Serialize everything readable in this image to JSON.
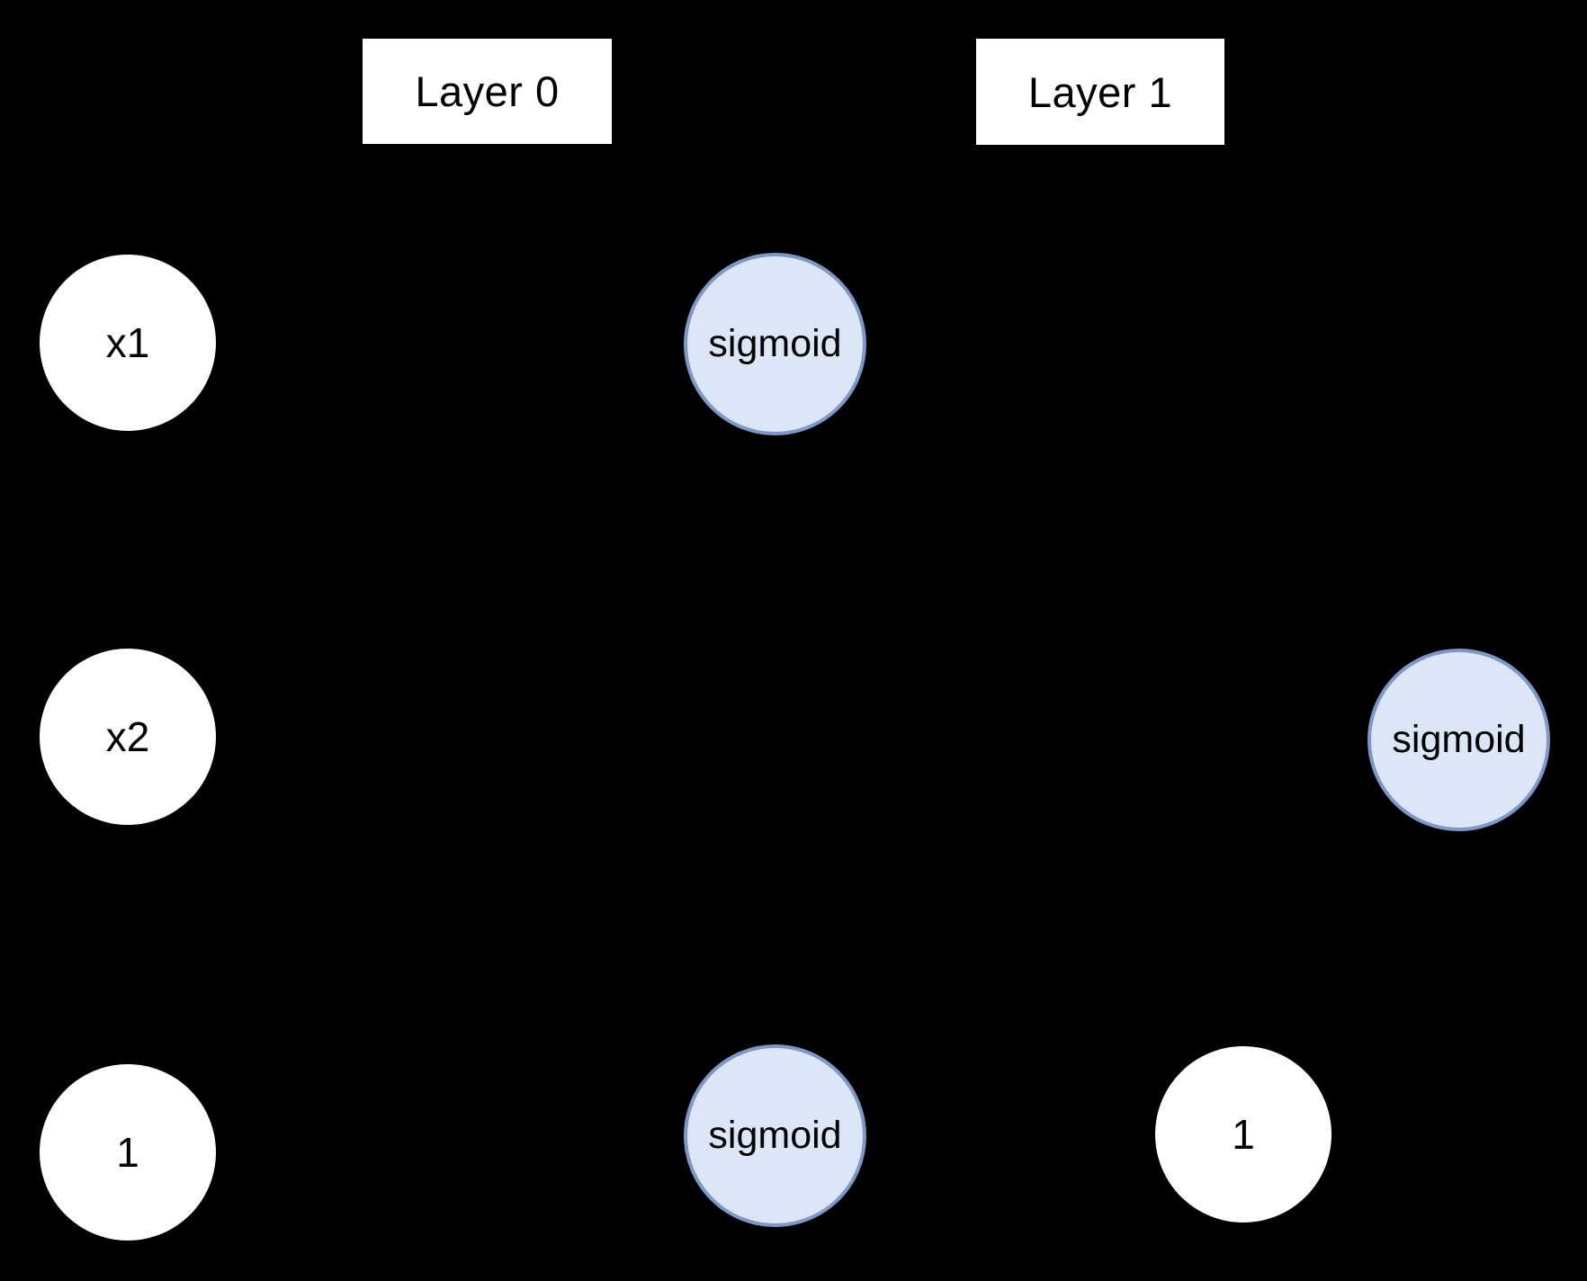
{
  "diagram": {
    "type": "neural-network",
    "background_color": "#000000",
    "note": "feed-forward network diagram; connection edges not visible against black background"
  },
  "colors": {
    "canvas_background": "#000000",
    "input_node_fill": "#ffffff",
    "activation_node_fill": "#dbe6f7",
    "activation_node_border": "#7e97c6",
    "label_box_fill": "#ffffff",
    "text": "#000000"
  },
  "layers": [
    {
      "label": "Layer 0"
    },
    {
      "label": "Layer 1"
    }
  ],
  "nodes": [
    {
      "id": "x1",
      "label": "x1",
      "kind": "input",
      "column": "inputs"
    },
    {
      "id": "x2",
      "label": "x2",
      "kind": "input",
      "column": "inputs"
    },
    {
      "id": "bias-input",
      "label": "1",
      "kind": "bias",
      "column": "inputs"
    },
    {
      "id": "sigmoid-hidden-1",
      "label": "sigmoid",
      "kind": "activation",
      "column": "layer-0"
    },
    {
      "id": "sigmoid-hidden-2",
      "label": "sigmoid",
      "kind": "activation",
      "column": "layer-0"
    },
    {
      "id": "sigmoid-output",
      "label": "sigmoid",
      "kind": "activation",
      "column": "layer-1"
    },
    {
      "id": "bias-layer-1",
      "label": "1",
      "kind": "bias",
      "column": "layer-1"
    }
  ]
}
